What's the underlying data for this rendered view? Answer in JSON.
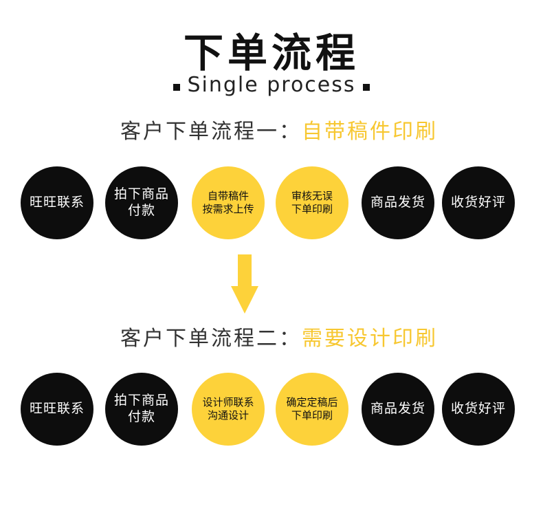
{
  "title": "下单流程",
  "subtitle": "Single process",
  "flow1": {
    "label": "客户下单流程一：",
    "highlight": "自带稿件印刷",
    "steps": [
      "旺旺联系",
      "拍下商品\n付款",
      "自带稿件\n按需求上传",
      "审核无误\n下单印刷",
      "商品发货",
      "收货好评"
    ]
  },
  "flow2": {
    "label": "客户下单流程二：",
    "highlight": "需要设计印刷",
    "steps": [
      "旺旺联系",
      "拍下商品\n付款",
      "设计师联系\n沟通设计",
      "确定定稿后\n下单印刷",
      "商品发货",
      "收货好评"
    ]
  },
  "colors": {
    "accent": "#fdd23a",
    "dark": "#0d0d0d"
  }
}
